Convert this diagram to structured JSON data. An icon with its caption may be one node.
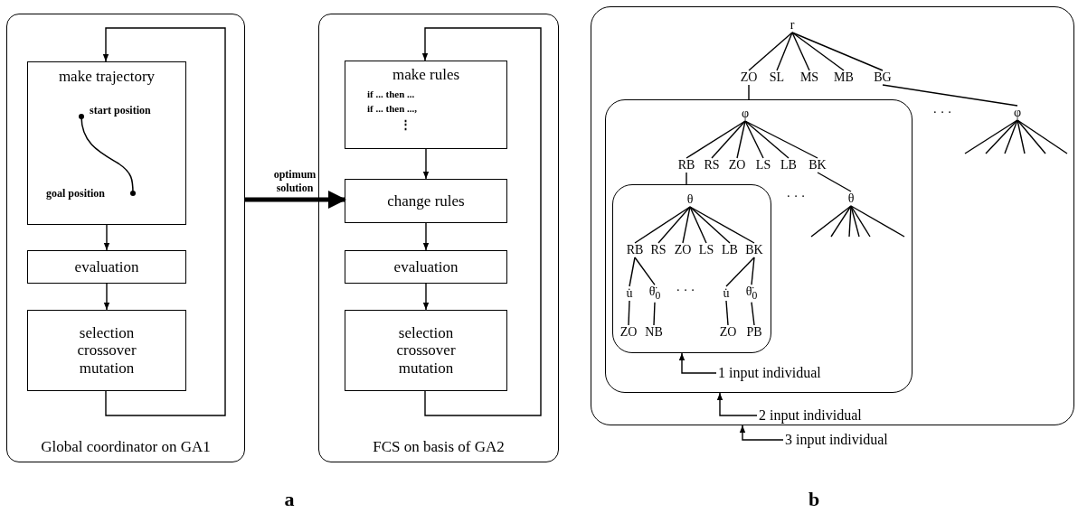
{
  "diagram": {
    "nodes": [
      {
        "text": [
          "Global coordinator on GA1"
        ]
      },
      {
        "text": [
          "make trajectory",
          "start position",
          "goal position"
        ],
        "in": 0
      },
      {
        "text": [
          "evaluation"
        ],
        "in": 0
      },
      {
        "text": [
          "selection crossover mutation"
        ],
        "in": 0
      },
      {
        "text": [
          "FCS on basis of GA2"
        ]
      },
      {
        "text": [
          "make rules",
          "if ... then ...",
          "if ... then ...,",
          "⋮"
        ],
        "in": 4
      },
      {
        "text": [
          "change rules"
        ],
        "in": 4
      },
      {
        "text": [
          "evaluation"
        ],
        "in": 4
      },
      {
        "text": [
          "selection crossover mutation"
        ],
        "in": 4
      },
      {
        "text": [],
        "shape": "box"
      },
      {
        "text": [
          "r"
        ],
        "in": 9
      },
      {
        "text": [
          "ZO"
        ],
        "in": 9
      },
      {
        "text": [
          "SL"
        ],
        "in": 9
      },
      {
        "text": [
          "MS"
        ],
        "in": 9
      },
      {
        "text": [
          "MB"
        ],
        "in": 9
      },
      {
        "text": [
          "BG"
        ],
        "in": 9
      },
      {
        "text": [],
        "shape": "box",
        "in": 9
      },
      {
        "text": [
          "φ"
        ],
        "in": 16
      },
      {
        "text": [
          "RB"
        ],
        "in": 16
      },
      {
        "text": [
          "RS"
        ],
        "in": 16
      },
      {
        "text": [
          "ZO"
        ],
        "in": 16
      },
      {
        "text": [
          "LS"
        ],
        "in": 16
      },
      {
        "text": [
          "LB"
        ],
        "in": 16
      },
      {
        "text": [
          "BK"
        ],
        "in": 16
      },
      {
        "text": [],
        "shape": "box",
        "in": 16
      },
      {
        "text": [
          "θ"
        ],
        "in": 24
      },
      {
        "text": [
          "RB"
        ],
        "in": 24
      },
      {
        "text": [
          "RS"
        ],
        "in": 24
      },
      {
        "text": [
          "ZO"
        ],
        "in": 24
      },
      {
        "text": [
          "LS"
        ],
        "in": 24
      },
      {
        "text": [
          "LB"
        ],
        "in": 24
      },
      {
        "text": [
          "BK"
        ],
        "in": 24
      },
      {
        "text": [
          "u̇"
        ],
        "in": 24
      },
      {
        "text": [
          "θ̈$_{0}$"
        ],
        "in": 24
      },
      {
        "text": [
          "ZO"
        ],
        "in": 24
      },
      {
        "text": [
          "NB"
        ],
        "in": 24
      },
      {
        "text": [
          "u̇"
        ],
        "in": 24
      },
      {
        "text": [
          "θ̈$_{0}$"
        ],
        "in": 24
      },
      {
        "text": [
          "ZO"
        ],
        "in": 24
      },
      {
        "text": [
          "PB"
        ],
        "in": 24
      },
      {
        "text": [
          "θ"
        ],
        "in": 16
      },
      {
        "text": [
          "φ"
        ],
        "in": 9
      },
      {
        "text": [
          "1 input individual"
        ],
        "in": 16
      },
      {
        "text": [
          "2 input individual"
        ],
        "in": 9
      },
      {
        "text": [
          "3 input individual"
        ]
      }
    ],
    "edges": [
      {
        "from": 1,
        "to": 2,
        "arrow": "to"
      },
      {
        "from": 2,
        "to": 3,
        "arrow": "to"
      },
      {
        "from": 3,
        "to": 1,
        "arrow": "to"
      },
      {
        "from": 0,
        "to": 6,
        "arrow": "to",
        "label": "optimum solution",
        "style": "thick"
      },
      {
        "from": 5,
        "to": 6,
        "arrow": "to"
      },
      {
        "from": 6,
        "to": 7,
        "arrow": "to"
      },
      {
        "from": 7,
        "to": 8,
        "arrow": "to"
      },
      {
        "from": 8,
        "to": 5,
        "arrow": "to"
      },
      {
        "from": 10,
        "to": 11,
        "arrow": "none"
      },
      {
        "from": 10,
        "to": 12,
        "arrow": "none"
      },
      {
        "from": 10,
        "to": 13,
        "arrow": "none"
      },
      {
        "from": 10,
        "to": 14,
        "arrow": "none"
      },
      {
        "from": 10,
        "to": 15,
        "arrow": "none"
      },
      {
        "from": 15,
        "to": 41,
        "arrow": "none"
      },
      {
        "from": 11,
        "to": 16,
        "arrow": "none"
      },
      {
        "from": 17,
        "to": 18,
        "arrow": "none"
      },
      {
        "from": 17,
        "to": 19,
        "arrow": "none"
      },
      {
        "from": 17,
        "to": 20,
        "arrow": "none"
      },
      {
        "from": 17,
        "to": 21,
        "arrow": "none"
      },
      {
        "from": 17,
        "to": 22,
        "arrow": "none"
      },
      {
        "from": 17,
        "to": 23,
        "arrow": "none"
      },
      {
        "from": 18,
        "to": 24,
        "arrow": "none"
      },
      {
        "from": 23,
        "to": 40,
        "arrow": "none"
      },
      {
        "from": 25,
        "to": 26,
        "arrow": "none"
      },
      {
        "from": 25,
        "to": 27,
        "arrow": "none"
      },
      {
        "from": 25,
        "to": 28,
        "arrow": "none"
      },
      {
        "from": 25,
        "to": 29,
        "arrow": "none"
      },
      {
        "from": 25,
        "to": 30,
        "arrow": "none"
      },
      {
        "from": 25,
        "to": 31,
        "arrow": "none"
      },
      {
        "from": 26,
        "to": 32,
        "arrow": "none"
      },
      {
        "from": 26,
        "to": 33,
        "arrow": "none"
      },
      {
        "from": 31,
        "to": 36,
        "arrow": "none"
      },
      {
        "from": 31,
        "to": 37,
        "arrow": "none"
      },
      {
        "from": 32,
        "to": 34,
        "arrow": "none"
      },
      {
        "from": 33,
        "to": 35,
        "arrow": "none"
      },
      {
        "from": 36,
        "to": 38,
        "arrow": "none"
      },
      {
        "from": 37,
        "to": 39,
        "arrow": "none"
      },
      {
        "from": 42,
        "to": 24,
        "arrow": "to"
      },
      {
        "from": 43,
        "to": 16,
        "arrow": "to"
      },
      {
        "from": 44,
        "to": 9,
        "arrow": "to"
      },
      {
        "from": 40,
        "to": null,
        "arrow": "none"
      },
      {
        "from": 40,
        "to": null,
        "arrow": "none"
      },
      {
        "from": 40,
        "to": null,
        "arrow": "none"
      },
      {
        "from": 40,
        "to": null,
        "arrow": "none"
      },
      {
        "from": 40,
        "to": null,
        "arrow": "none"
      },
      {
        "from": 40,
        "to": null,
        "arrow": "none"
      },
      {
        "from": 41,
        "to": null,
        "arrow": "none"
      },
      {
        "from": 41,
        "to": null,
        "arrow": "none"
      },
      {
        "from": 41,
        "to": null,
        "arrow": "none"
      },
      {
        "from": 41,
        "to": null,
        "arrow": "none"
      },
      {
        "from": 41,
        "to": null,
        "arrow": "none"
      },
      {
        "from": 41,
        "to": null,
        "arrow": "none"
      }
    ],
    "labels": [
      "· · ·",
      "· · ·",
      "· · ·",
      "a",
      "b"
    ]
  }
}
